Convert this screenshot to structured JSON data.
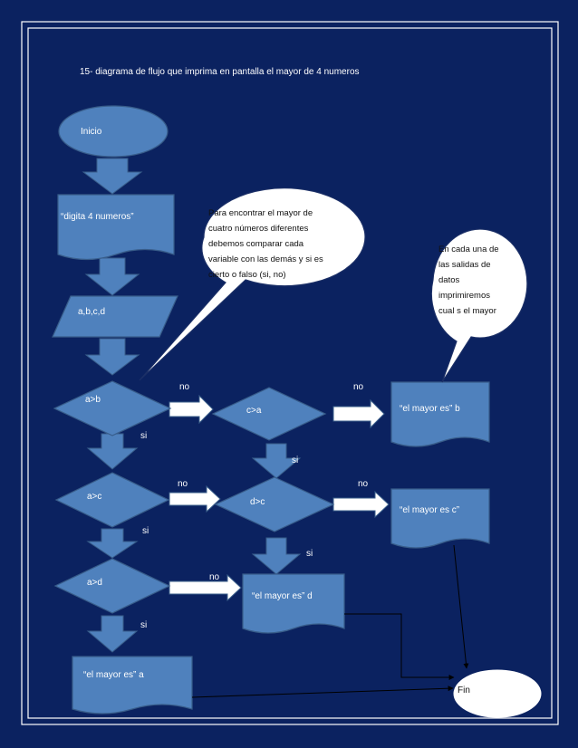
{
  "page": {
    "title": "15- diagrama de flujo que imprima en pantalla el mayor de 4 numeros"
  },
  "colors": {
    "background": "#0b2260",
    "shape_fill": "#4f81bd",
    "shape_stroke": "#385d8a",
    "text": "#ffffff",
    "callout_fill": "#ffffff",
    "callout_text": "#111111",
    "connector": "#000000"
  },
  "nodes": {
    "start": "Inicio",
    "input_prompt": "“digita 4 numeros”",
    "input_vars": "a,b,c,d",
    "dec_ab": "a>b",
    "dec_ac": "a>c",
    "dec_ad": "a>d",
    "dec_ca": "c>a",
    "dec_dc": "d>c",
    "out_a": "“el mayor es” a",
    "out_b": "“el mayor es” b",
    "out_c": "“el mayor es c”",
    "out_d": "“el  mayor es” d",
    "end": "Fin"
  },
  "labels": {
    "no": "no",
    "si": "si"
  },
  "callouts": {
    "left": [
      "Para encontrar el mayor de",
      "cuatro números diferentes",
      "debemos comparar cada",
      "variable con las demás y si es",
      "cierto o falso (si, no)"
    ],
    "right": [
      "En cada una de",
      "las salidas de",
      "datos",
      "imprimiremos",
      "cual s el mayor"
    ]
  }
}
